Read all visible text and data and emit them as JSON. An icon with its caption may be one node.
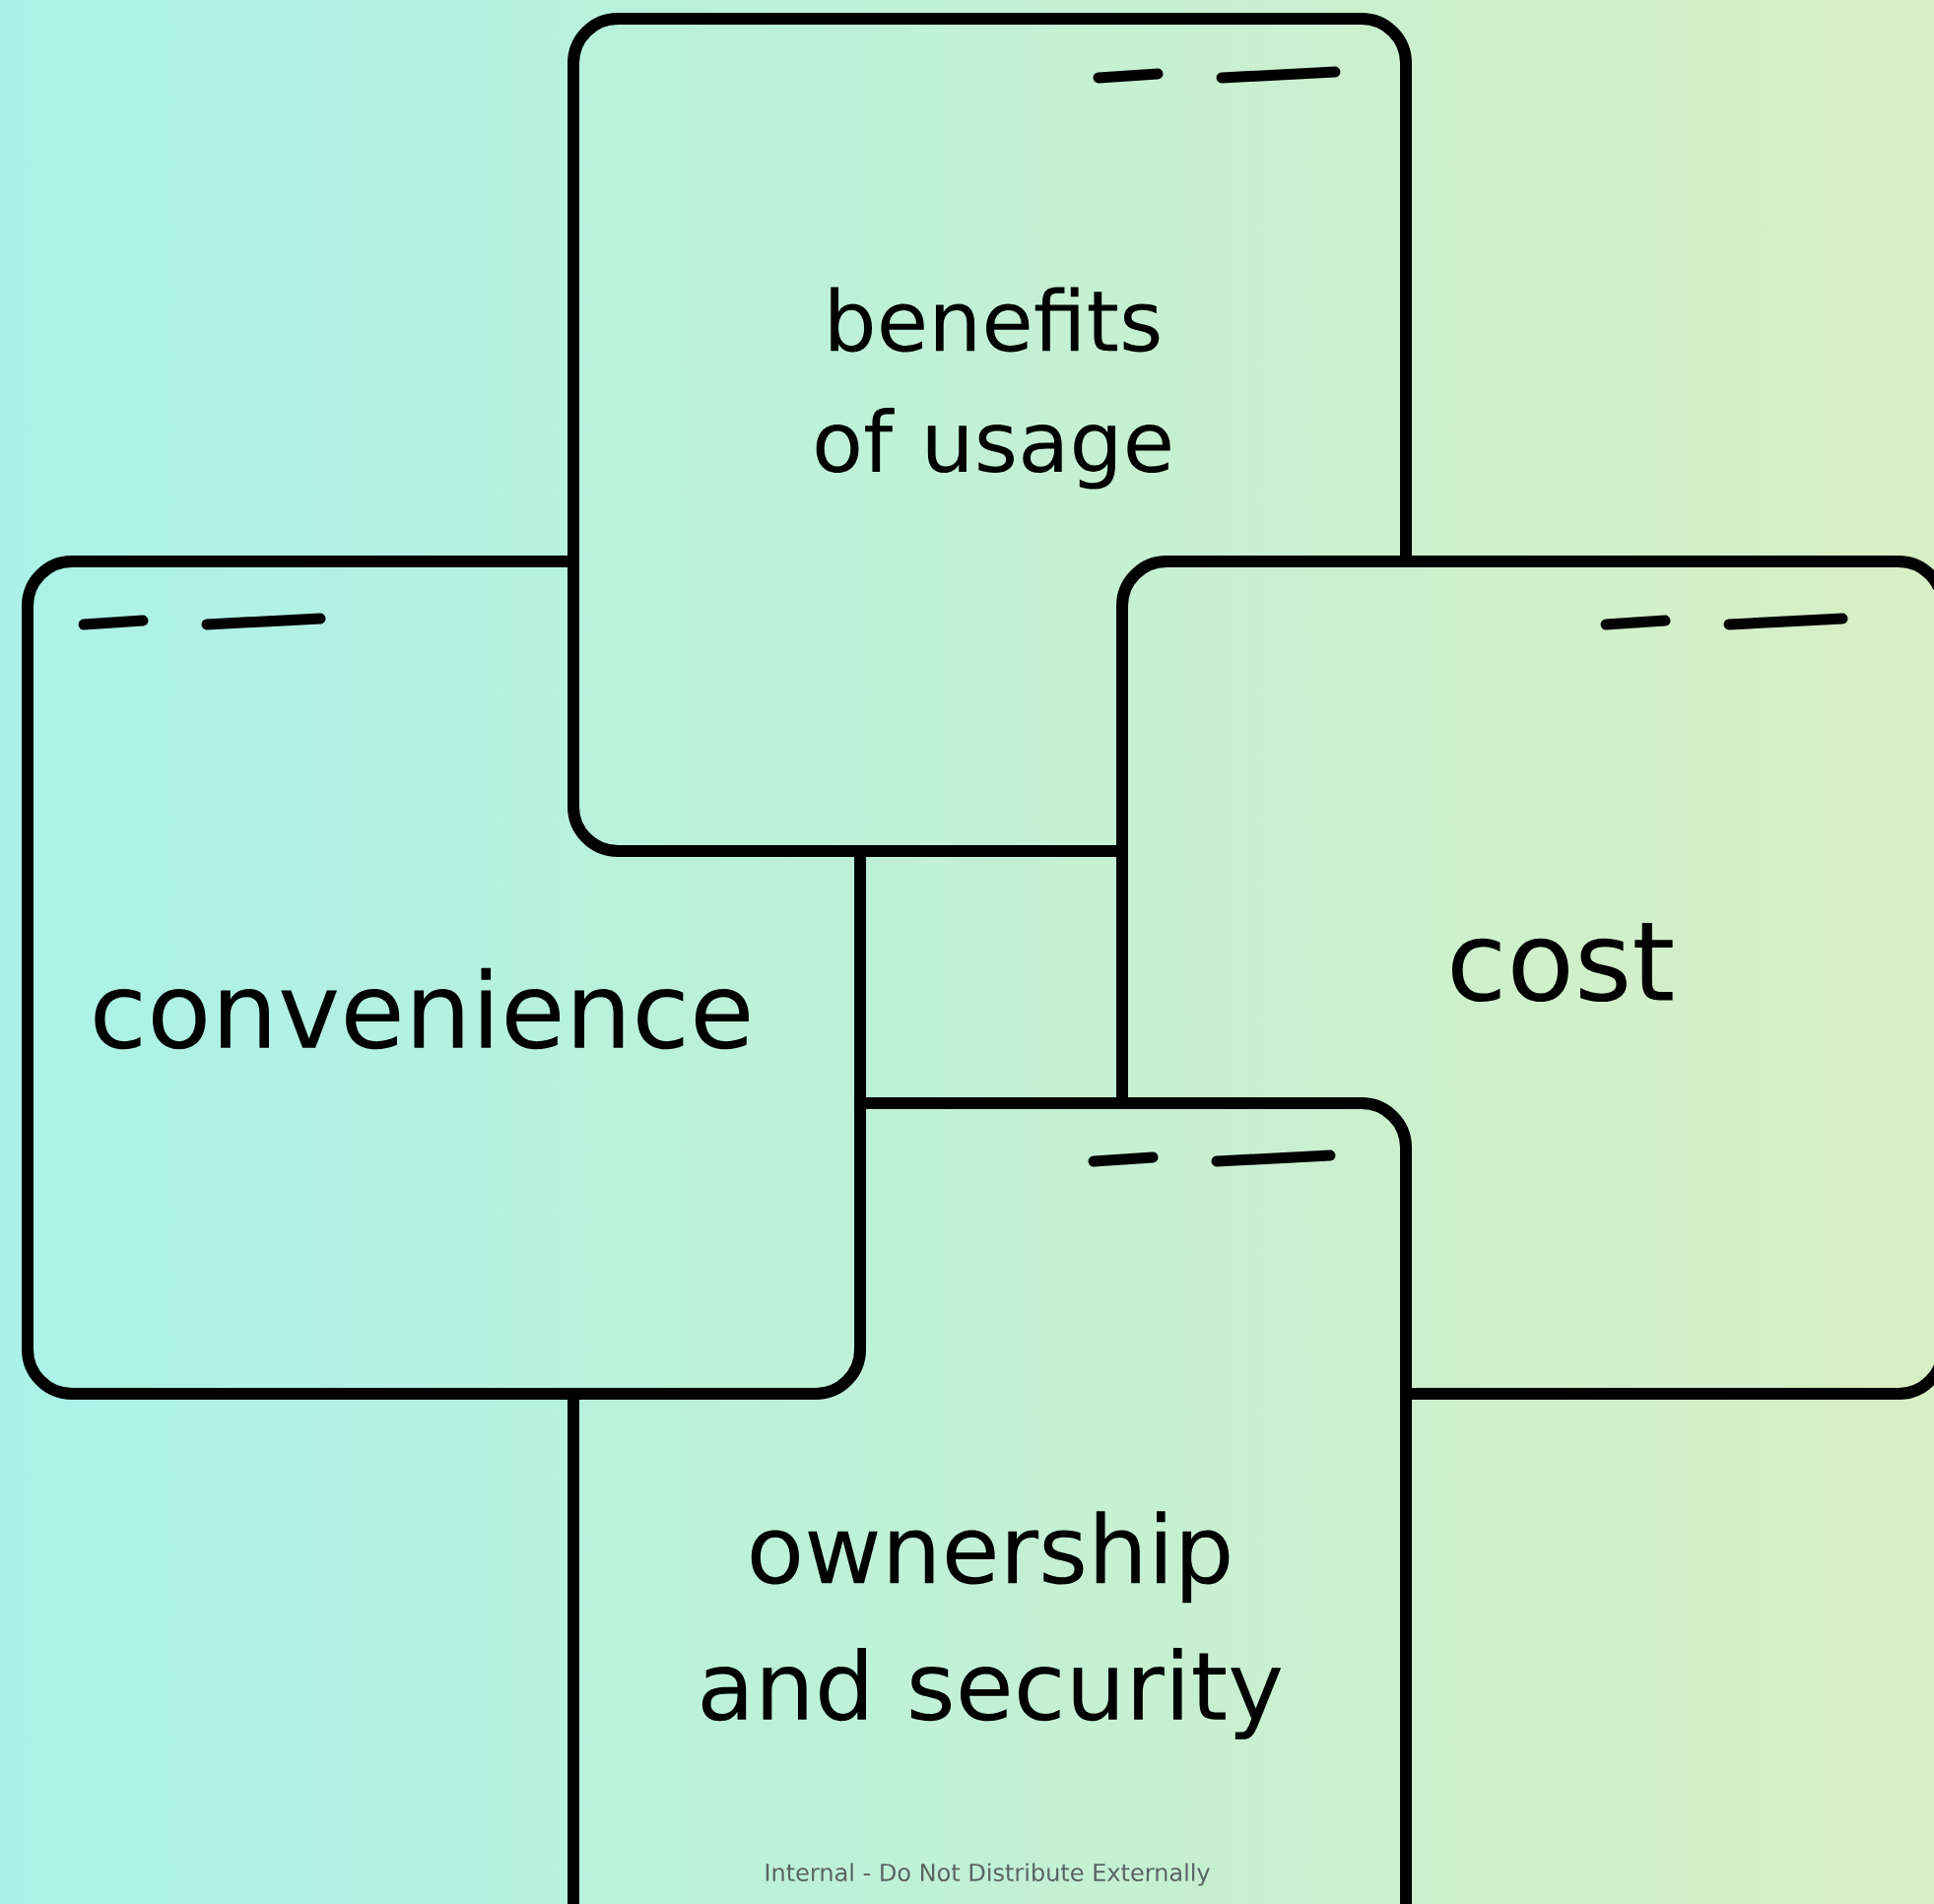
{
  "diagram": {
    "nodes": [
      {
        "text": [
          "benefits of usage"
        ]
      },
      {
        "text": [
          "convenience"
        ]
      },
      {
        "text": [
          "cost"
        ]
      },
      {
        "text": [
          "ownership and security"
        ]
      }
    ],
    "labels": [
      "Internal - Do Not Distribute Externally"
    ]
  }
}
